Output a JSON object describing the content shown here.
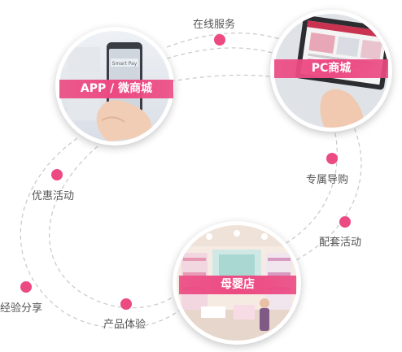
{
  "nodes": {
    "app": {
      "label": "APP / 微商城"
    },
    "pc": {
      "label": "PC商城"
    },
    "store": {
      "label": "母婴店"
    }
  },
  "phone_screen_text": "Smart Pay",
  "flow_labels": {
    "online_service": "在线服务",
    "exclusive_guide": "专属导购",
    "matching_event": "配套活动",
    "discount_event": "优惠活动",
    "experience_share": "经验分享",
    "product_experience": "产品体验"
  },
  "colors": {
    "accent": "#ec4a82",
    "dashed_line": "#c8c8c8",
    "label_text": "#555555"
  }
}
